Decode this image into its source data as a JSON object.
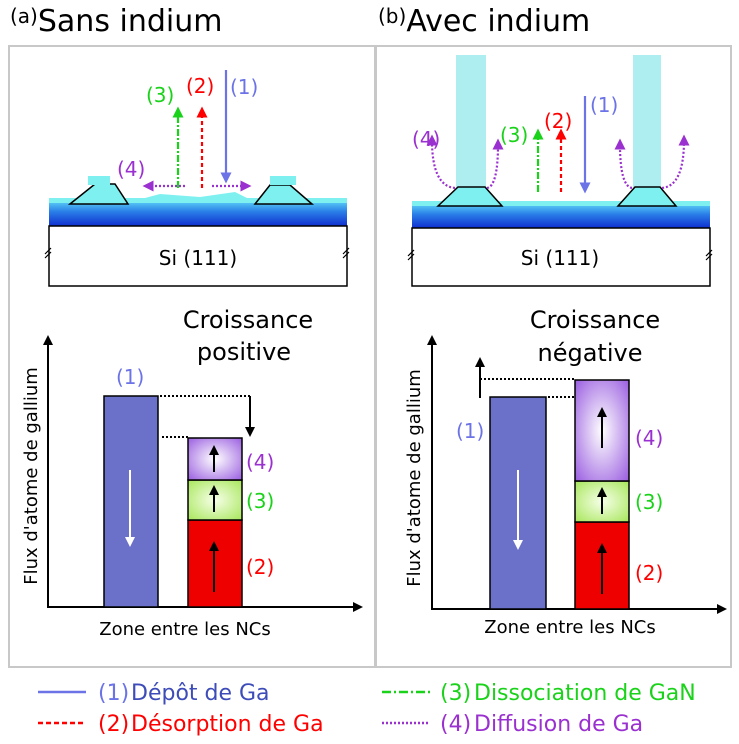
{
  "colors": {
    "deposit": "#6b73e6",
    "desorption": "#ff0000",
    "dissociation": "#1ad21a",
    "diffusion": "#9b30d0",
    "wire": "#aeeef0",
    "gan": "#7ff0f0",
    "substrate_dark": "#1a3fd8",
    "substrate_light": "#49c8f0",
    "bar_deposit": "#6b70c8",
    "bar_desorption": "#ee0000",
    "bar_dissociation": "#b5ec6a",
    "bar_diffusion": "#a36ae0"
  },
  "panels": [
    {
      "letter": "(a)",
      "title": "Sans indium",
      "substrate": "Si (111)",
      "labels": {
        "p1": "(1)",
        "p2": "(2)",
        "p3": "(3)",
        "p4": "(4)"
      },
      "growth_title_l1": "Croissance",
      "growth_title_l2": "positive",
      "ylabel": "Flux d'atome de gallium",
      "xlabel": "Zone entre les NCs",
      "bar_labels": {
        "b1": "(1)",
        "b2": "(2)",
        "b3": "(3)",
        "b4": "(4)"
      }
    },
    {
      "letter": "(b)",
      "title": "Avec indium",
      "substrate": "Si (111)",
      "labels": {
        "p1": "(1)",
        "p2": "(2)",
        "p3": "(3)",
        "p4": "(4)"
      },
      "growth_title_l1": "Croissance",
      "growth_title_l2": "négative",
      "ylabel": "Flux d'atome de gallium",
      "xlabel": "Zone entre les NCs",
      "bar_labels": {
        "b1": "(1)",
        "b2": "(2)",
        "b3": "(3)",
        "b4": "(4)"
      }
    }
  ],
  "legend": {
    "deposit_num": "(1)",
    "deposit_text": "Dépôt de Ga",
    "desorption_num": "(2)",
    "desorption_text": "Désorption de Ga",
    "dissociation_num": "(3)",
    "dissociation_text": "Dissociation de GaN",
    "diffusion_num": "(4)",
    "diffusion_text": "Diffusion de Ga"
  }
}
